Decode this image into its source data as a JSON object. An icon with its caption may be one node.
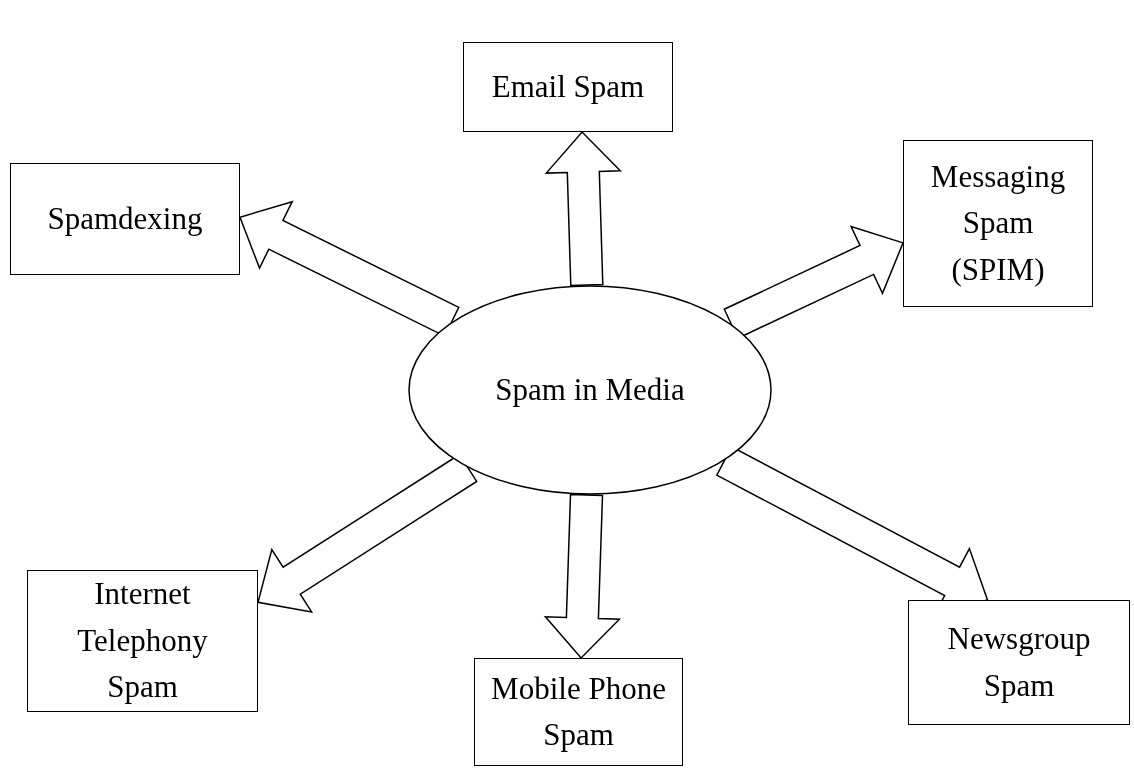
{
  "diagram": {
    "nodes": [
      {
        "text": [
          "Spam in Media"
        ]
      },
      {
        "text": [
          "Email Spam"
        ]
      },
      {
        "text": [
          "Spamdexing"
        ]
      },
      {
        "text": [
          "Messaging Spam (SPIM)"
        ]
      },
      {
        "text": [
          "Internet Telephony Spam"
        ]
      },
      {
        "text": [
          "Newsgroup Spam"
        ]
      },
      {
        "text": [
          "Mobile Phone Spam"
        ]
      }
    ],
    "edges": [
      {
        "from": 0,
        "to": 1,
        "arrow": "to"
      },
      {
        "from": 0,
        "to": 2,
        "arrow": "to"
      },
      {
        "from": 0,
        "to": 3,
        "arrow": "to"
      },
      {
        "from": 0,
        "to": 4,
        "arrow": "to"
      },
      {
        "from": 0,
        "to": 5,
        "arrow": "to"
      },
      {
        "from": 0,
        "to": 6,
        "arrow": "to"
      }
    ]
  }
}
